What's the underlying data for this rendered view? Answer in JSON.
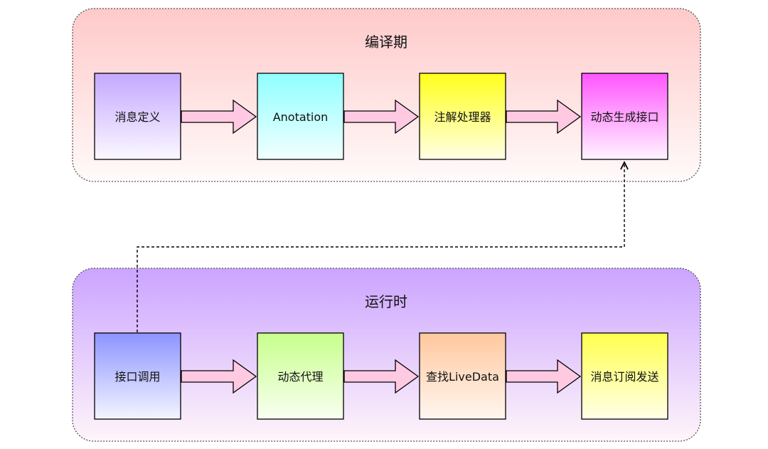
{
  "groups": [
    {
      "title": "编译期",
      "colors": {
        "top": "#FFC9C9",
        "bottom": "#FFFAFA"
      },
      "steps": [
        {
          "label": "消息定义",
          "colors": {
            "top": "#C4A8FF",
            "bottom": "#FBF8FF"
          }
        },
        {
          "label": "Anotation",
          "colors": {
            "top": "#8FFFFF",
            "bottom": "#F2FFFF"
          }
        },
        {
          "label": "注解处理器",
          "colors": {
            "top": "#FFFF1A",
            "bottom": "#FFFFE6"
          }
        },
        {
          "label": "动态生成接口",
          "colors": {
            "top": "#FF55FF",
            "bottom": "#FFF4FF"
          }
        }
      ]
    },
    {
      "title": "运行时",
      "colors": {
        "top": "#CBA4FF",
        "bottom": "#FFF5FA"
      },
      "steps": [
        {
          "label": "接口调用",
          "colors": {
            "top": "#8C94FF",
            "bottom": "#F4F5FF"
          }
        },
        {
          "label": "动态代理",
          "colors": {
            "top": "#C7FF8C",
            "bottom": "#F9FFF1"
          }
        },
        {
          "label": "查找LiveData",
          "colors": {
            "top": "#FFC79E",
            "bottom": "#FFF7F0"
          }
        },
        {
          "label": "消息订阅发送",
          "colors": {
            "top": "#FFFF4D",
            "bottom": "#FFFFE8"
          }
        }
      ]
    }
  ],
  "colors": {
    "group_border": "#555555",
    "node_border": "#000000",
    "arrow_fill": "#FFC9E2",
    "arrow_stroke": "#000000",
    "connector": "#000000"
  }
}
